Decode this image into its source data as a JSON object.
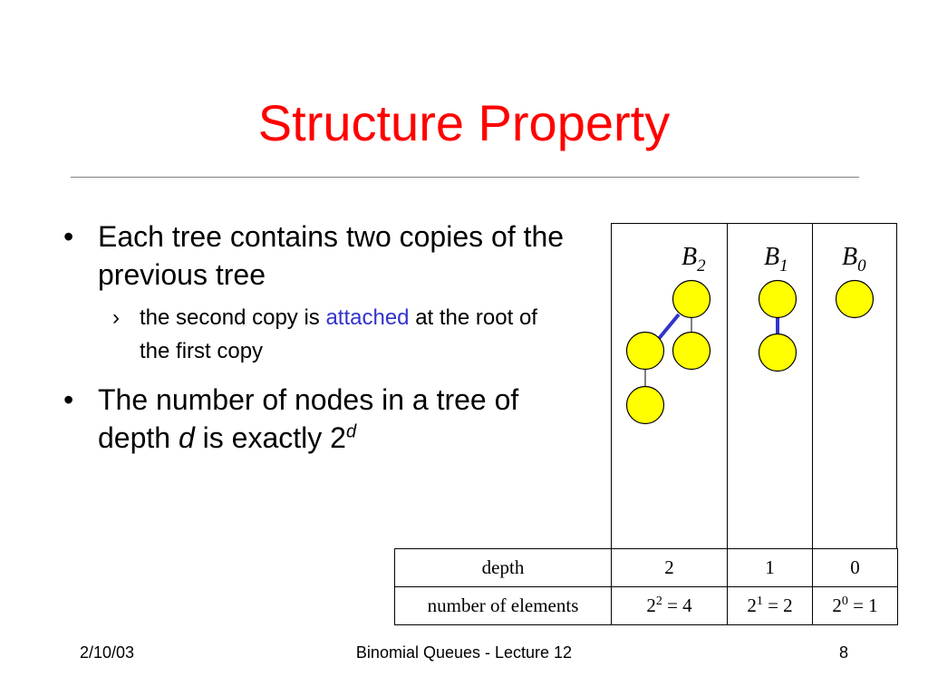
{
  "slide": {
    "title": "Structure Property",
    "bullets": [
      {
        "text": "Each tree contains two copies of the previous tree",
        "sub": {
          "before": "the second copy is ",
          "highlight": "attached",
          "after": " at the root of the first copy"
        }
      },
      {
        "before": "The number of nodes in a tree of depth ",
        "var": "d",
        "after": " is exactly 2",
        "exponent": "d"
      }
    ],
    "bullet_glyph": "•",
    "sub_bullet_glyph": "›"
  },
  "trees": {
    "labels": [
      {
        "base": "B",
        "sub": "2"
      },
      {
        "base": "B",
        "sub": "1"
      },
      {
        "base": "B",
        "sub": "0"
      }
    ],
    "node_color": "#ffff00",
    "highlight_edge_color": "#3333cc"
  },
  "table": {
    "rows": [
      {
        "label": "depth",
        "cells": [
          {
            "text": "2"
          },
          {
            "text": "1"
          },
          {
            "text": "0"
          }
        ]
      },
      {
        "label": "number of elements",
        "cells": [
          {
            "base": "2",
            "exp": "2",
            "rest": " = 4"
          },
          {
            "base": "2",
            "exp": "1",
            "rest": " = 2"
          },
          {
            "base": "2",
            "exp": "0",
            "rest": " = 1"
          }
        ]
      }
    ]
  },
  "footer": {
    "date": "2/10/03",
    "center": "Binomial Queues - Lecture 12",
    "page": "8"
  },
  "colors": {
    "title": "#ff0000",
    "highlight": "#3333cc"
  }
}
